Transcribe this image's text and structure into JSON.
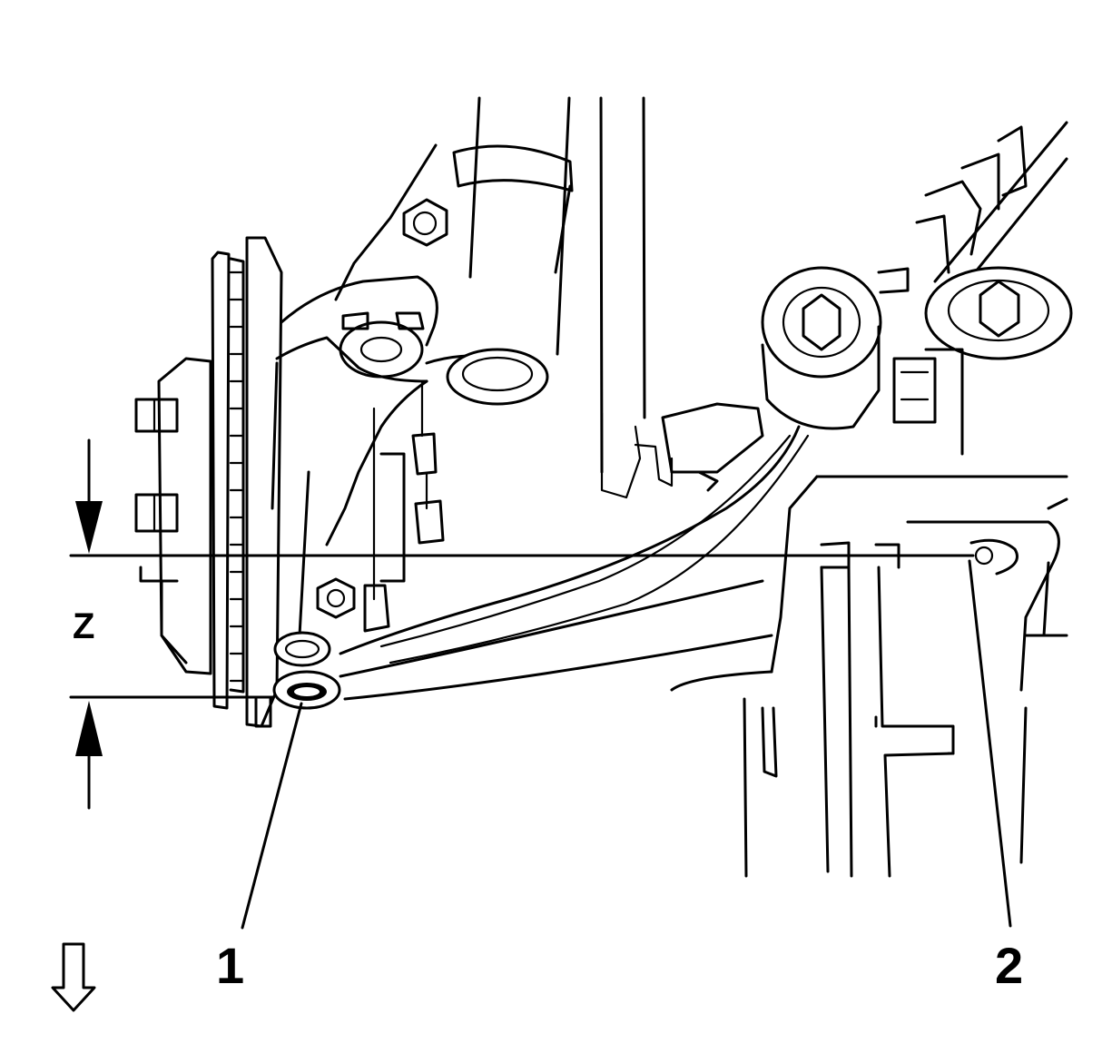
{
  "labels": {
    "dimension": "Z",
    "callout_1": "1",
    "callout_2": "2"
  },
  "icons": {
    "view_direction": "hollow-down-arrow-icon",
    "dimension_arrows": "solid-arrow-icon"
  },
  "colors": {
    "line": "#000000",
    "background": "#ffffff"
  }
}
